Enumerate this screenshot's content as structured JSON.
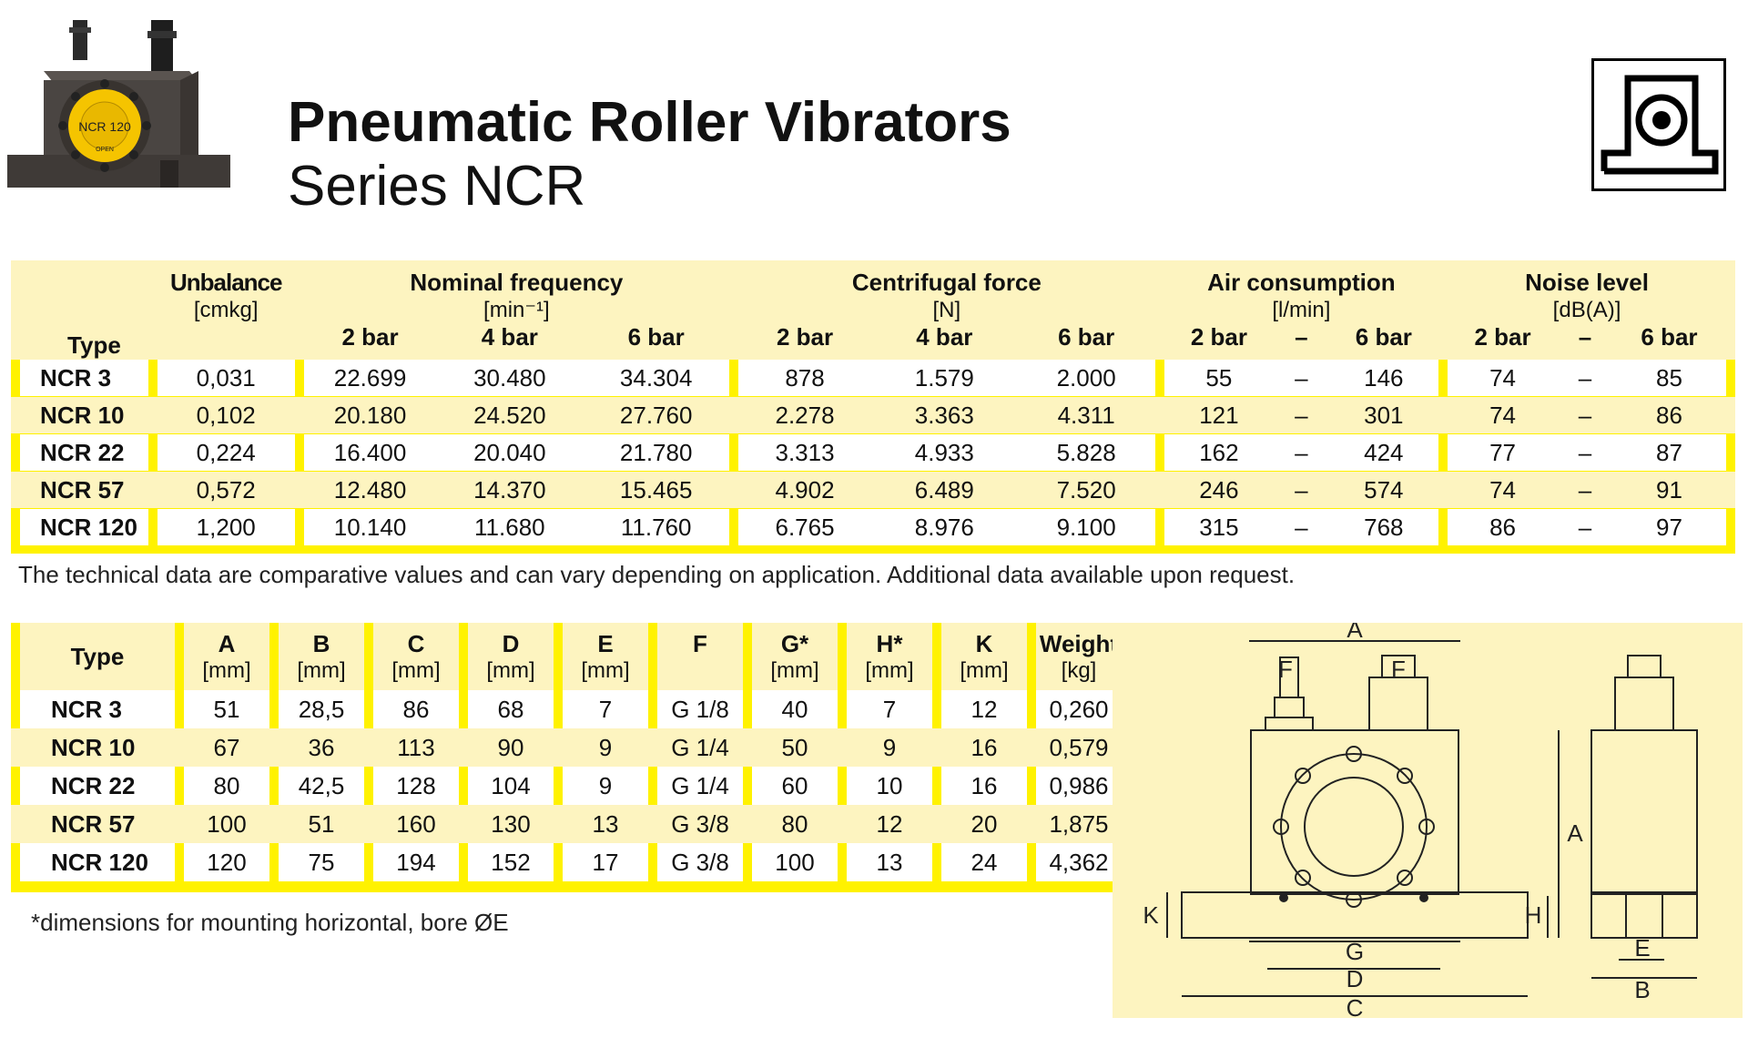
{
  "header": {
    "title": "Pneumatic Roller Vibrators",
    "subtitle": "Series NCR",
    "product_label": "NCR 120",
    "product_label_small": "OPEN"
  },
  "spec_table": {
    "headers": {
      "type": "Type",
      "unbalance": "Unbalance",
      "unbalance_unit": "[cmkg]",
      "nominal_frequency": "Nominal frequency",
      "nominal_frequency_unit": "[min⁻¹]",
      "centrifugal_force": "Centrifugal force",
      "centrifugal_force_unit": "[N]",
      "air_consumption": "Air consumption",
      "air_consumption_unit": "[l/min]",
      "noise_level": "Noise level",
      "noise_level_unit": "[dB(A)]",
      "bar2": "2 bar",
      "bar4": "4 bar",
      "bar6": "6 bar",
      "dash": "–"
    },
    "rows": [
      {
        "type": "NCR 3",
        "unbalance": "0,031",
        "f2": "22.699",
        "f4": "30.480",
        "f6": "34.304",
        "c2": "878",
        "c4": "1.579",
        "c6": "2.000",
        "a2": "55",
        "a6": "146",
        "n2": "74",
        "n6": "85"
      },
      {
        "type": "NCR 10",
        "unbalance": "0,102",
        "f2": "20.180",
        "f4": "24.520",
        "f6": "27.760",
        "c2": "2.278",
        "c4": "3.363",
        "c6": "4.311",
        "a2": "121",
        "a6": "301",
        "n2": "74",
        "n6": "86"
      },
      {
        "type": "NCR 22",
        "unbalance": "0,224",
        "f2": "16.400",
        "f4": "20.040",
        "f6": "21.780",
        "c2": "3.313",
        "c4": "4.933",
        "c6": "5.828",
        "a2": "162",
        "a6": "424",
        "n2": "77",
        "n6": "87"
      },
      {
        "type": "NCR 57",
        "unbalance": "0,572",
        "f2": "12.480",
        "f4": "14.370",
        "f6": "15.465",
        "c2": "4.902",
        "c4": "6.489",
        "c6": "7.520",
        "a2": "246",
        "a6": "574",
        "n2": "74",
        "n6": "91"
      },
      {
        "type": "NCR 120",
        "unbalance": "1,200",
        "f2": "10.140",
        "f4": "11.680",
        "f6": "11.760",
        "c2": "6.765",
        "c4": "8.976",
        "c6": "9.100",
        "a2": "315",
        "a6": "768",
        "n2": "86",
        "n6": "97"
      }
    ],
    "note": "The technical data are comparative values and can vary depending on application. Additional data available upon request."
  },
  "dim_table": {
    "headers": [
      {
        "name": "Type",
        "unit": ""
      },
      {
        "name": "A",
        "unit": "[mm]"
      },
      {
        "name": "B",
        "unit": "[mm]"
      },
      {
        "name": "C",
        "unit": "[mm]"
      },
      {
        "name": "D",
        "unit": "[mm]"
      },
      {
        "name": "E",
        "unit": "[mm]"
      },
      {
        "name": "F",
        "unit": ""
      },
      {
        "name": "G*",
        "unit": "[mm]"
      },
      {
        "name": "H*",
        "unit": "[mm]"
      },
      {
        "name": "K",
        "unit": "[mm]"
      },
      {
        "name": "Weight",
        "unit": "[kg]"
      }
    ],
    "rows": [
      [
        "NCR 3",
        "51",
        "28,5",
        "86",
        "68",
        "7",
        "G 1/8",
        "40",
        "7",
        "12",
        "0,260"
      ],
      [
        "NCR 10",
        "67",
        "36",
        "113",
        "90",
        "9",
        "G 1/4",
        "50",
        "9",
        "16",
        "0,579"
      ],
      [
        "NCR 22",
        "80",
        "42,5",
        "128",
        "104",
        "9",
        "G 1/4",
        "60",
        "10",
        "16",
        "0,986"
      ],
      [
        "NCR 57",
        "100",
        "51",
        "160",
        "130",
        "13",
        "G 3/8",
        "80",
        "12",
        "20",
        "1,875"
      ],
      [
        "NCR 120",
        "120",
        "75",
        "194",
        "152",
        "17",
        "G 3/8",
        "100",
        "13",
        "24",
        "4,362"
      ]
    ],
    "note": "*dimensions for mounting horizontal, bore  ØE"
  },
  "drawing_labels": {
    "A_top": "A",
    "F_left": "F",
    "F_right": "F",
    "A_side": "A",
    "K": "K",
    "H": "H",
    "G": "G",
    "D": "D",
    "C": "C",
    "E": "E",
    "B": "B"
  },
  "colors": {
    "yellow": "#fff200",
    "pale": "#fdf4c0"
  }
}
